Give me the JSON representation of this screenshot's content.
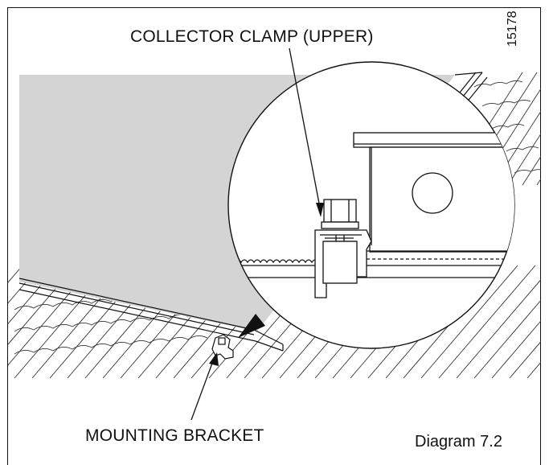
{
  "labels": {
    "upper_clamp": "COLLECTOR CLAMP (UPPER)",
    "mounting_bracket": "MOUNTING BRACKET",
    "diagram_caption": "Diagram 7.2",
    "figure_code": "15178"
  },
  "colors": {
    "collector_fill": "#d4d4d4",
    "line": "#111111",
    "background": "#ffffff"
  }
}
